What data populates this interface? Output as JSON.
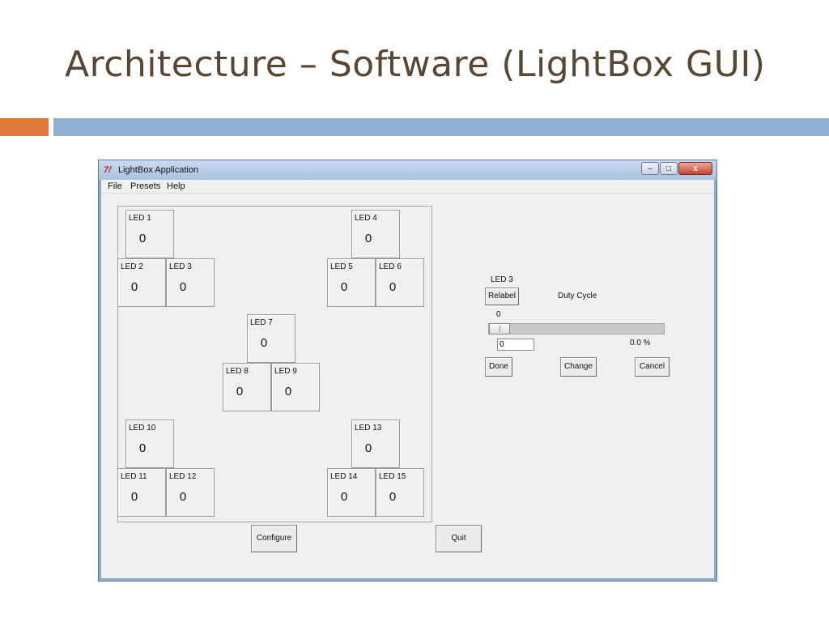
{
  "slide": {
    "title": "Architecture – Software (LightBox GUI)",
    "colors": {
      "accent_orange": "#e07b39",
      "accent_blue": "#8fb0d0",
      "title_text": "#5a4632"
    }
  },
  "window": {
    "title": "LightBox Application",
    "icon": "tk-feather-icon",
    "controls": {
      "minimize": "–",
      "maximize": "□",
      "close": "x"
    }
  },
  "menu": [
    "File",
    "Presets",
    "Help"
  ],
  "leds": [
    {
      "label": "LED 1",
      "value": "0"
    },
    {
      "label": "LED 2",
      "value": "0"
    },
    {
      "label": "LED 3",
      "value": "0"
    },
    {
      "label": "LED 4",
      "value": "0"
    },
    {
      "label": "LED 5",
      "value": "0"
    },
    {
      "label": "LED 6",
      "value": "0"
    },
    {
      "label": "LED 7",
      "value": "0"
    },
    {
      "label": "LED 8",
      "value": "0"
    },
    {
      "label": "LED 9",
      "value": "0"
    },
    {
      "label": "LED 10",
      "value": "0"
    },
    {
      "label": "LED 11",
      "value": "0"
    },
    {
      "label": "LED 12",
      "value": "0"
    },
    {
      "label": "LED 13",
      "value": "0"
    },
    {
      "label": "LED 14",
      "value": "0"
    },
    {
      "label": "LED 15",
      "value": "0"
    }
  ],
  "control_panel": {
    "selected_led": "LED 3",
    "relabel_label": "Relabel",
    "duty_cycle_label": "Duty Cycle",
    "slider_value": "0",
    "slider_fraction": 0,
    "input_value": "0",
    "percent_text": "0.0 %",
    "done_label": "Done",
    "change_label": "Change",
    "cancel_label": "Cancel"
  },
  "footer": {
    "configure_label": "Configure",
    "quit_label": "Quit"
  }
}
